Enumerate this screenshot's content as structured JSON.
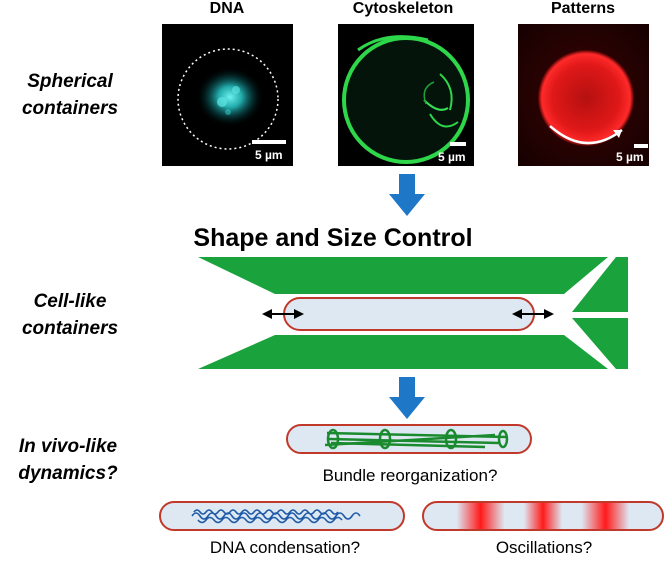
{
  "row_labels": {
    "spherical": [
      "Spherical",
      "containers"
    ],
    "cell_like": [
      "Cell-like",
      "containers"
    ],
    "in_vivo": [
      "In vivo-like",
      "dynamics?"
    ]
  },
  "panels": [
    {
      "title": "DNA",
      "scale_text": "5 µm"
    },
    {
      "title": "Cytoskeleton",
      "scale_text": "5 µm"
    },
    {
      "title": "Patterns",
      "scale_text": "5 µm"
    }
  ],
  "heading": "Shape and Size Control",
  "captions": {
    "bundle": "Bundle reorganization?",
    "dna": "DNA condensation?",
    "oscillations": "Oscillations?"
  },
  "colors": {
    "arrow_blue": "#1f77c8",
    "channel_green": "#1aa33c",
    "capsule_fill": "#dde8f3",
    "capsule_border": "#c0392b",
    "red_pattern": "#ff1a1a"
  }
}
